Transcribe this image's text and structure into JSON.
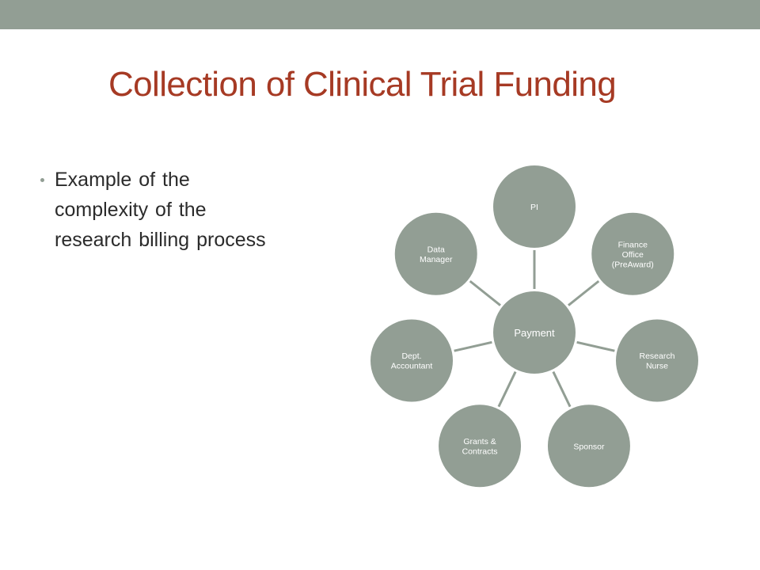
{
  "slide": {
    "title": "Collection of Clinical Trial Funding",
    "bullets": [
      {
        "lines": [
          "Example of the",
          "complexity of the",
          "research billing process"
        ]
      }
    ]
  },
  "diagram": {
    "center": {
      "label": "Payment"
    },
    "nodes": [
      {
        "id": "pi",
        "lines": [
          "PI"
        ]
      },
      {
        "id": "finance-office",
        "lines": [
          "Finance",
          "Office",
          "(PreAward)"
        ]
      },
      {
        "id": "research-nurse",
        "lines": [
          "Research",
          "Nurse"
        ]
      },
      {
        "id": "sponsor",
        "lines": [
          "Sponsor"
        ]
      },
      {
        "id": "grants-contracts",
        "lines": [
          "Grants &",
          "Contracts"
        ]
      },
      {
        "id": "dept-accountant",
        "lines": [
          "Dept.",
          "Accountant"
        ]
      },
      {
        "id": "data-manager",
        "lines": [
          "Data",
          "Manager"
        ]
      }
    ]
  },
  "colors": {
    "accent_bar": "#929e94",
    "title": "#a63a24",
    "node_fill": "#929e94",
    "connector": "#929e94",
    "node_text": "#ffffff"
  }
}
